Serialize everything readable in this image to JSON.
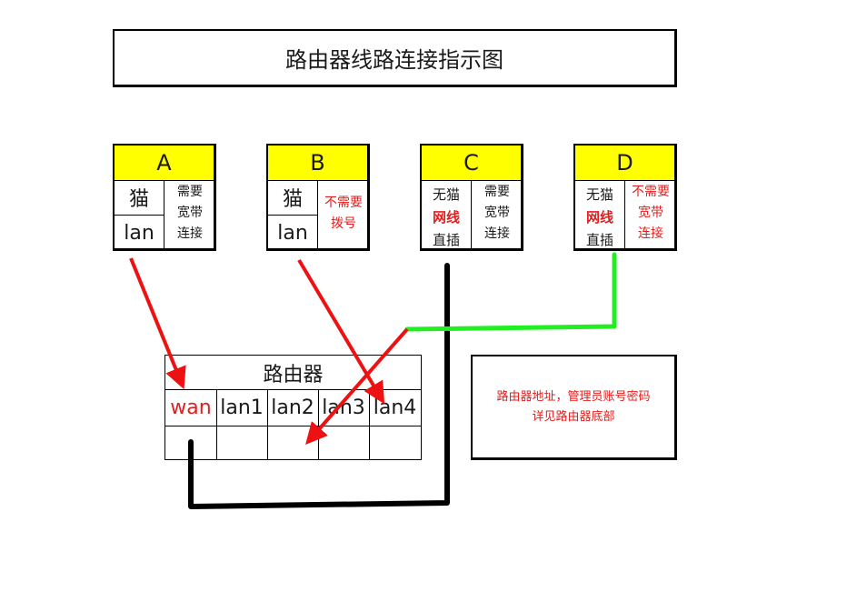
{
  "title": "路由器线路连接指示图",
  "cards": [
    {
      "id": "A",
      "left_top": "猫",
      "left_bottom": "lan",
      "right_lines": [
        "需要",
        "宽带",
        "连接"
      ],
      "right_color": "#1a1a1a"
    },
    {
      "id": "B",
      "left_top": "猫",
      "left_bottom": "lan",
      "right_lines": [
        "不需要",
        "拨号"
      ],
      "right_color": "#e02020"
    },
    {
      "id": "C",
      "left_lines": [
        "无猫",
        "网线",
        "直插"
      ],
      "right_lines": [
        "需要",
        "宽带",
        "连接"
      ],
      "right_color": "#1a1a1a"
    },
    {
      "id": "D",
      "left_lines": [
        "无猫",
        "网线",
        "直插"
      ],
      "right_lines": [
        "不需要",
        "宽带",
        "连接"
      ],
      "right_color": "#e02020"
    }
  ],
  "router": {
    "title": "路由器",
    "ports": [
      "wan",
      "lan1",
      "lan2",
      "lan3",
      "lan4"
    ]
  },
  "note": {
    "line1": "路由器地址，管理员账号密码",
    "line2": "详见路由器底部"
  },
  "colors": {
    "header_yellow": "#ffff00",
    "arrow_red": "#ee1111",
    "wire_black": "#000000",
    "wire_green": "#22ee22"
  }
}
